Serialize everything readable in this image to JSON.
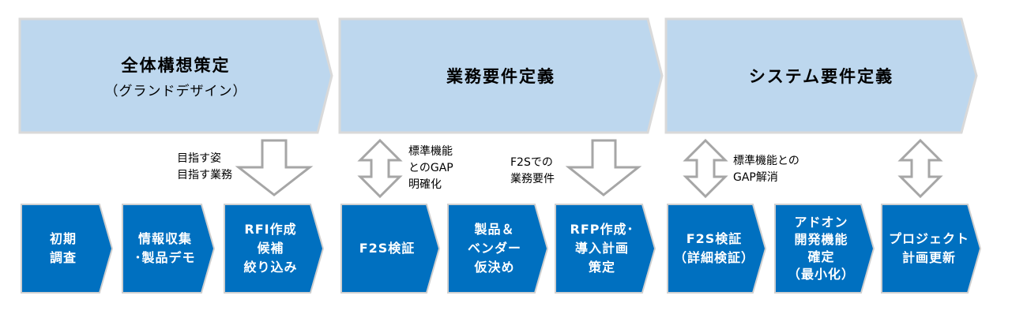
{
  "colors": {
    "phase_fill": "#bdd7ee",
    "phase_border": "#d9d9d9",
    "step_fill": "#0070c0",
    "step_border": "#d0d0d0",
    "arrow_stroke": "#a6a6a6",
    "arrow_fill": "#ffffff"
  },
  "phases": [
    {
      "title": "全体構想策定",
      "subtitle": "（グランドデザイン）"
    },
    {
      "title": "業務要件定義",
      "subtitle": ""
    },
    {
      "title": "システム要件定義",
      "subtitle": ""
    }
  ],
  "steps": [
    {
      "label": "初期\n調査"
    },
    {
      "label": "情報収集\n･製品デモ"
    },
    {
      "label": "RFI作成\n候補\n絞り込み"
    },
    {
      "label": "F2S検証"
    },
    {
      "label": "製品＆\nベンダー\n仮決め"
    },
    {
      "label": "RFP作成･\n導入計画\n策定"
    },
    {
      "label": "F2S検証\n（詳細検証）"
    },
    {
      "label": "アドオン\n開発機能\n確定\n（最小化）"
    },
    {
      "label": "プロジェクト\n計画更新"
    }
  ],
  "connectors": [
    {
      "type": "down-arrow",
      "note": "目指す姿\n目指す業務"
    },
    {
      "type": "double-arrow",
      "note": "標準機能\nとのGAP\n明確化"
    },
    {
      "type": "down-arrow",
      "note": "F2Sでの\n業務要件"
    },
    {
      "type": "double-arrow",
      "note": "標準機能との\nGAP解消"
    },
    {
      "type": "double-arrow",
      "note": ""
    }
  ]
}
